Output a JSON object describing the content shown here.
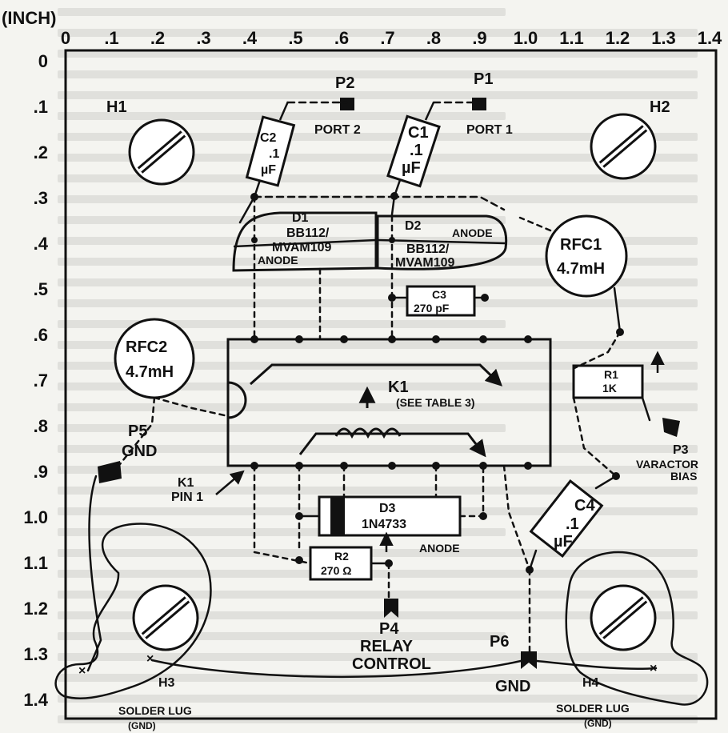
{
  "unit_label": "(INCH)",
  "x_ticks": [
    "0",
    ".1",
    ".2",
    ".3",
    ".4",
    ".5",
    ".6",
    ".7",
    ".8",
    ".9",
    "1.0",
    "1.1",
    "1.2",
    "1.3",
    "1.4"
  ],
  "y_ticks": [
    "0",
    ".1",
    ".2",
    ".3",
    ".4",
    ".5",
    ".6",
    ".7",
    ".8",
    ".9",
    "1.0",
    "1.1",
    "1.2",
    "1.3",
    "1.4"
  ],
  "components": {
    "h1": "H1",
    "h2": "H2",
    "h3": "H3",
    "h4": "H4",
    "p1": "P1",
    "p1_port": "PORT 1",
    "p2": "P2",
    "p2_port": "PORT 2",
    "p3": "P3",
    "p3_desc1": "VARACTOR",
    "p3_desc2": "BIAS",
    "p4": "P4",
    "p4_desc1": "RELAY",
    "p4_desc2": "CONTROL",
    "p5": "P5",
    "p5_desc": "GND",
    "p6": "P6",
    "p6_desc": "GND",
    "c1_name": "C1",
    "c1_val": ".1",
    "c1_unit": "µF",
    "c2_name": "C2",
    "c2_val": ".1",
    "c2_unit": "µF",
    "c3_name": "C3",
    "c3_val": "270 pF",
    "c4_name": "C4",
    "c4_val": ".1",
    "c4_unit": "µF",
    "d1_name": "D1",
    "d1_part1": "BB112/",
    "d1_part2": "MVAM109",
    "d1_anode": "ANODE",
    "d2_name": "D2",
    "d2_part1": "BB112/",
    "d2_part2": "MVAM109",
    "d2_anode": "ANODE",
    "d3_name": "D3",
    "d3_part": "1N4733",
    "d3_anode": "ANODE",
    "rfc1_name": "RFC1",
    "rfc1_val": "4.7mH",
    "rfc2_name": "RFC2",
    "rfc2_val": "4.7mH",
    "r1_name": "R1",
    "r1_val": "1K",
    "r2_name": "R2",
    "r2_val": "270 Ω",
    "k1_name": "K1",
    "k1_note": "(SEE TABLE 3)",
    "k1_pin_1": "K1",
    "k1_pin_2": "PIN 1",
    "lug_left_1": "SOLDER LUG",
    "lug_left_2": "(GND)",
    "lug_right_1": "SOLDER LUG",
    "lug_right_2": "(GND)"
  }
}
